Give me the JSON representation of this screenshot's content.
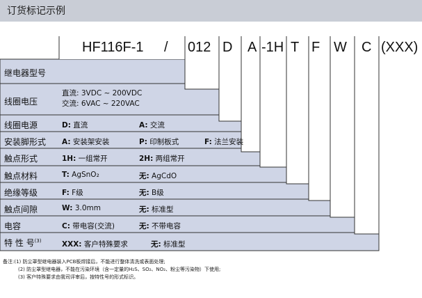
{
  "title": "订货标记示例",
  "model": {
    "prefix": "HF116F-1",
    "slash": "/",
    "codes": [
      "012",
      "D",
      "A",
      "-1H",
      "T",
      "F",
      "W",
      "C",
      "(XXX)"
    ]
  },
  "header_label": "继电器型号",
  "rows": [
    {
      "label": "线圈电压",
      "lines": [
        "直流: 3VDC ~ 200VDC",
        "交流: 6VAC ~ 220VAC"
      ]
    },
    {
      "label": "线圈电源",
      "opts": [
        {
          "k": "D:",
          "v": "直流"
        },
        {
          "k": "A:",
          "v": "交流"
        }
      ]
    },
    {
      "label": "安装脚形式",
      "opts": [
        {
          "k": "A:",
          "v": "安装架安装"
        },
        {
          "k": "P:",
          "v": "印制板式"
        },
        {
          "k": "F:",
          "v": "法兰安装"
        }
      ]
    },
    {
      "label": "触点形式",
      "opts": [
        {
          "k": "1H:",
          "v": "一组常开"
        },
        {
          "k": "2H:",
          "v": "两组常开"
        }
      ]
    },
    {
      "label": "触点材料",
      "opts": [
        {
          "k": "T:",
          "v": "AgSnO₂"
        },
        {
          "k": "无:",
          "v": "AgCdO"
        }
      ]
    },
    {
      "label": "绝缘等级",
      "opts": [
        {
          "k": "F:",
          "v": "F级"
        },
        {
          "k": "无:",
          "v": "B级"
        }
      ]
    },
    {
      "label": "触点间隙",
      "opts": [
        {
          "k": "W:",
          "v": "3.0mm"
        },
        {
          "k": "无:",
          "v": "标准型"
        }
      ]
    },
    {
      "label": "电容",
      "opts": [
        {
          "k": "C:",
          "v": "带电容(交流)"
        },
        {
          "k": "无:",
          "v": "不带电容"
        }
      ]
    },
    {
      "label": "特 性 号",
      "label_sup": "(3)",
      "opts": [
        {
          "k": "XXX:",
          "v": "客户特殊要求"
        },
        {
          "k": "无:",
          "v": "标准型"
        }
      ]
    }
  ],
  "notes": [
    "备注:(1) 防尘罩型继电器装入PCB板焊接后，不能进行整体清洗或表面处理;",
    "(2) 防尘罩型继电器，不能在污染环境（含一定量的H₂S、SO₂、NO₂、粉尘等污染物）下使用;",
    "(3) 客户特殊要求由我司评审后，按特性号的形式标识。"
  ]
}
